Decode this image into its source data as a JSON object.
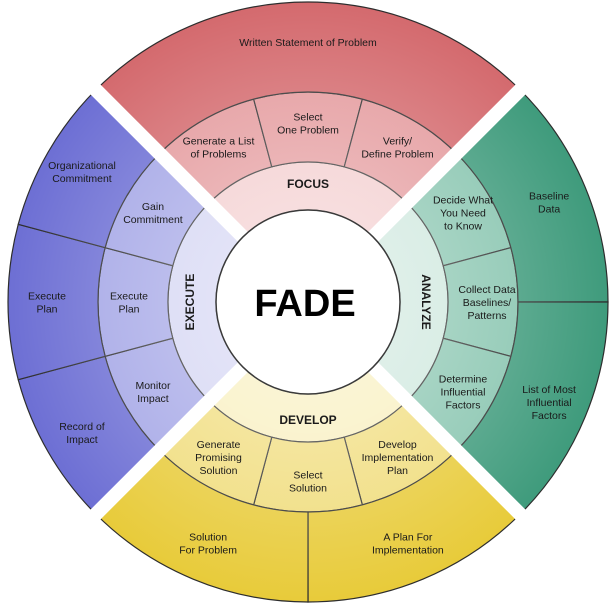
{
  "center": {
    "title": "FADE"
  },
  "quadrants": {
    "focus": {
      "phase": "FOCUS",
      "colors": {
        "outer": "#d46a6e",
        "mid": "#e4999c",
        "inner": "#f3cccd"
      },
      "outer": [
        "Written Statement of Problem"
      ],
      "middle": [
        "Generate a List\nof Problems",
        "Select\nOne Problem",
        "Verify/\nDefine Problem"
      ]
    },
    "analyze": {
      "phase": "ANALYZE",
      "colors": {
        "outer": "#3f9b7c",
        "mid": "#86c4ae",
        "inner": "#cde7dd"
      },
      "outer": [
        "Baseline\nData",
        "List of Most\nInfluential\nFactors"
      ],
      "middle": [
        "Decide What\nYou Need\nto Know",
        "Collect Data\nBaselines/\nPatterns",
        "Determine\nInfluential\nFactors"
      ]
    },
    "develop": {
      "phase": "DEVELOP",
      "colors": {
        "outer": "#e8cb3a",
        "mid": "#f0dc7a",
        "inner": "#f8efbd"
      },
      "outer": [
        "A Plan For\nImplementation",
        "Solution\nFor Problem"
      ],
      "middle": [
        "Develop\nImplementation\nPlan",
        "Select\nSolution",
        "Generate\nPromising\nSolution"
      ]
    },
    "execute": {
      "phase": "EXECUTE",
      "colors": {
        "outer": "#6d6fd4",
        "mid": "#a3a5e6",
        "inner": "#d3d4f3"
      },
      "outer": [
        "Record of\nImpact",
        "Execute\nPlan",
        "Organizational\nCommitment"
      ],
      "middle": [
        "Monitor\nImpact",
        "Execute\nPlan",
        "Gain\nCommitment"
      ]
    }
  }
}
